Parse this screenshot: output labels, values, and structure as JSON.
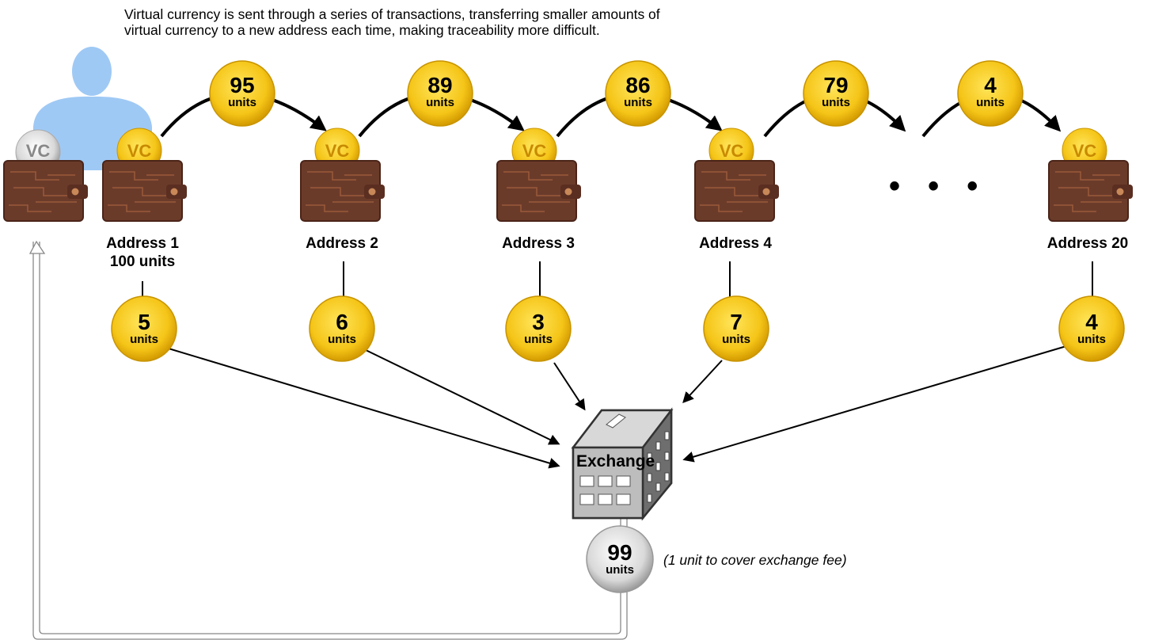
{
  "caption": "Virtual currency is sent through a series of transactions, transferring smaller amounts of virtual currency to a new address each time, making traceability more difficult.",
  "unit_label": "units",
  "coin_mark": "VC",
  "addresses": [
    {
      "name": "Address 1",
      "amount": "100 units"
    },
    {
      "name": "Address 2"
    },
    {
      "name": "Address 3"
    },
    {
      "name": "Address 4"
    },
    {
      "name": "Address 20"
    }
  ],
  "transfers": [
    {
      "value": "95"
    },
    {
      "value": "89"
    },
    {
      "value": "86"
    },
    {
      "value": "79"
    },
    {
      "value": "4"
    }
  ],
  "deposits": [
    {
      "value": "5"
    },
    {
      "value": "6"
    },
    {
      "value": "3"
    },
    {
      "value": "7"
    },
    {
      "value": "4"
    }
  ],
  "ellipsis": "• • •",
  "exchange": {
    "label": "Exchange"
  },
  "returned": {
    "value": "99",
    "note": "(1 unit to cover exchange fee)"
  },
  "colors": {
    "coin_gold": "#f5c518",
    "coin_silver": "#d9d9d9",
    "wallet_brown": "#6b3b2a",
    "person_blue": "#9fc9f5"
  }
}
